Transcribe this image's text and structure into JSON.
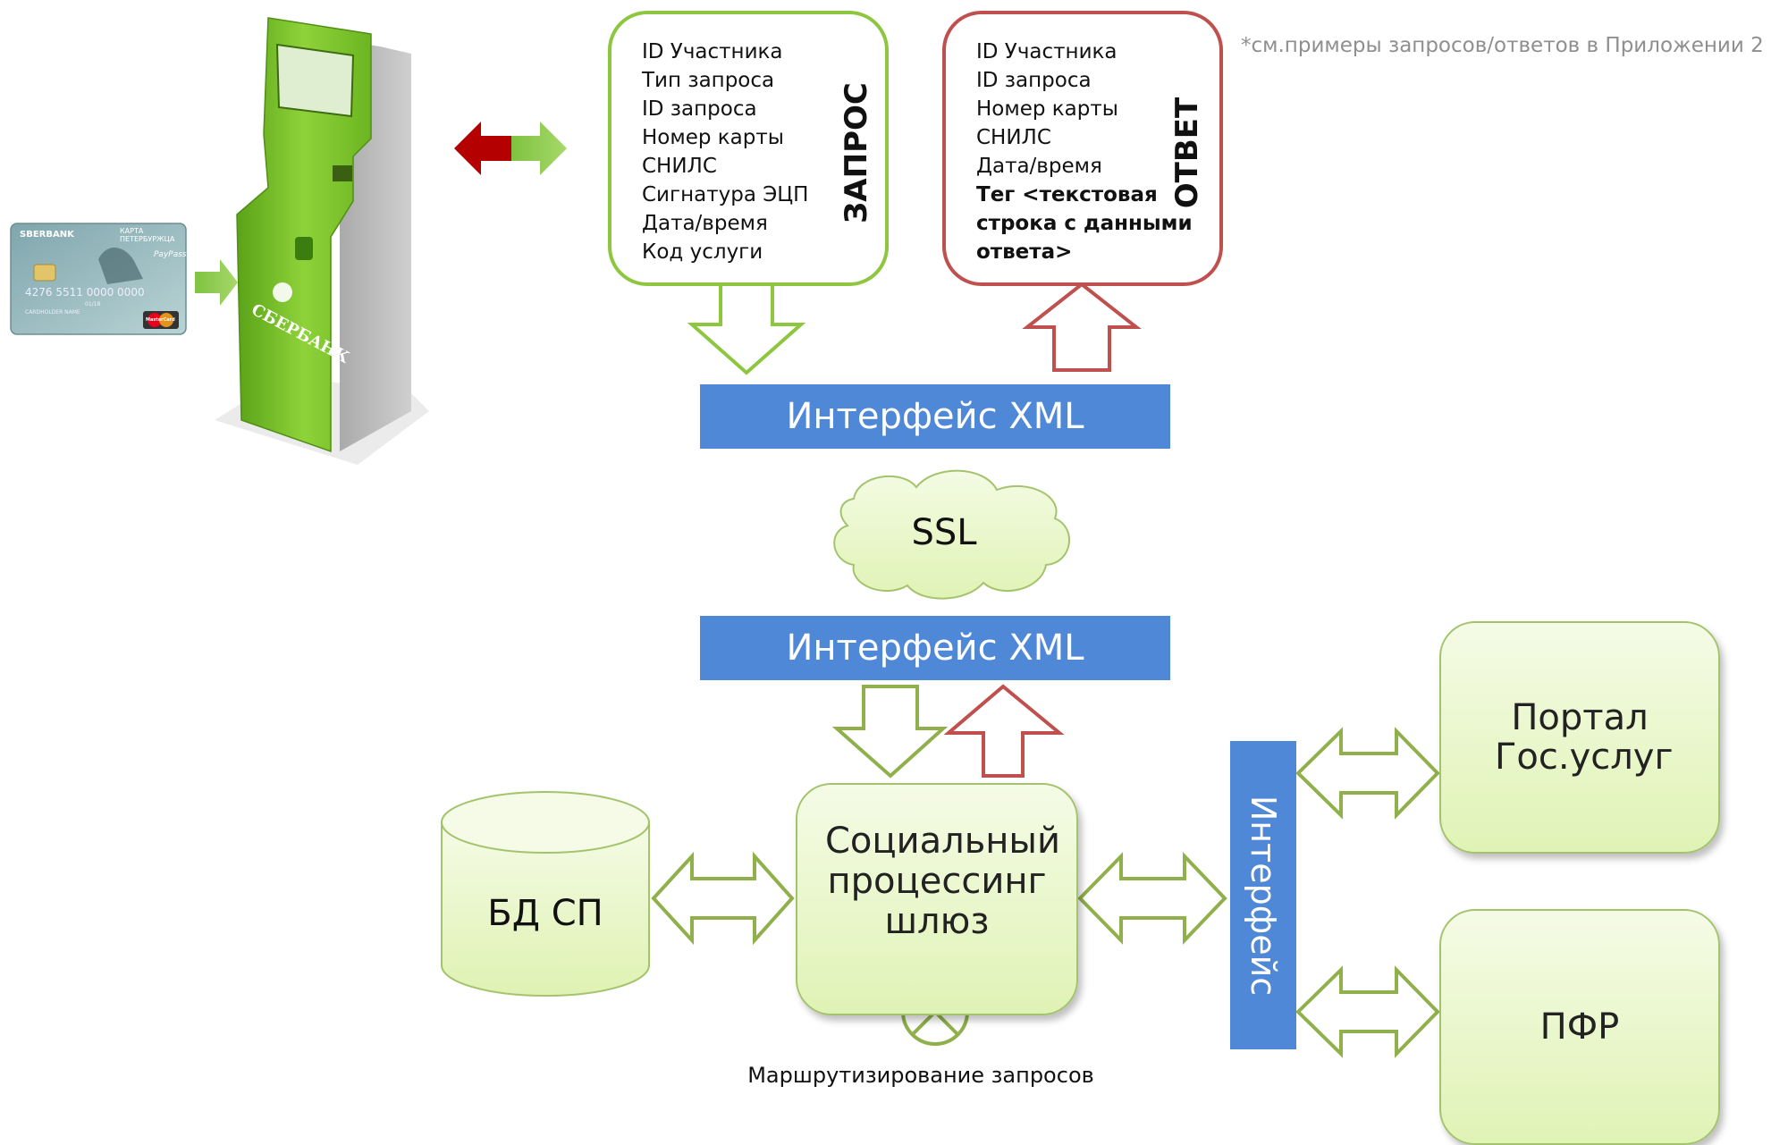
{
  "request_card": {
    "title": "ЗАПРОС",
    "fields": [
      "ID Участника",
      "Тип запроса",
      "ID запроса",
      "Номер карты",
      "СНИЛС",
      "Сигнатура ЭЦП",
      "Дата/время",
      "Код услуги"
    ]
  },
  "response_card": {
    "title": "ОТВЕТ",
    "fields": [
      "ID Участника",
      "ID запроса",
      "Номер карты",
      "СНИЛС",
      "Дата/время"
    ],
    "bold_fields": [
      "Тег <текстовая",
      "строка с данными",
      "ответа>"
    ]
  },
  "footnote": "*см.примеры запросов/ответов в Приложении 2",
  "interface_top": "Интерфейс XML",
  "ssl": "SSL",
  "interface_bottom": "Интерфейс XML",
  "gateway": "Социальный процессинг шлюз",
  "database": "БД СП",
  "routing_label": "Маршрутизирование запросов",
  "interface_vertical": "Интерфейс",
  "portal": "Портал Гос.услуг",
  "pfr": "ПФР",
  "kiosk": {
    "brand": "СБЕРБАНК"
  },
  "card": {
    "bank": "SBERBANK",
    "title": "КАРТА ПЕТЕРБУРЖЦА",
    "number": "4276 5511 0000 0000",
    "holder": "CARDHOLDER NAME",
    "expiry": "01/18",
    "paypass": "PayPass",
    "network": "MasterCard"
  },
  "colors": {
    "request_green": "#8dc63f",
    "response_red": "#c0504d",
    "interface_blue": "#4f88d6",
    "box_fill": "#e0f3b5",
    "arrow_outline_green": "#8fb04b",
    "kiosk_green": "#7dc42a",
    "dark_red": "#b40000"
  }
}
